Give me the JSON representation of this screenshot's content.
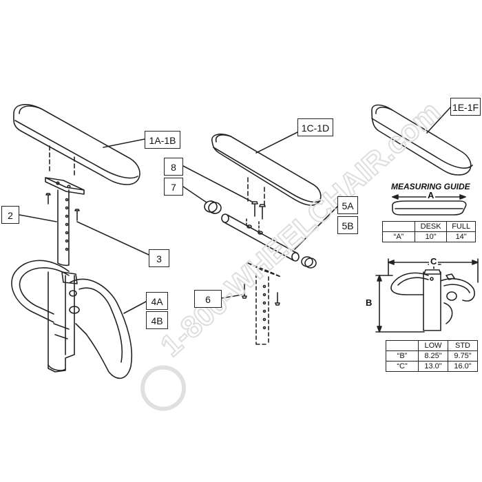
{
  "callouts": {
    "c1AB": "1A-1B",
    "c1CD": "1C-1D",
    "c1EF": "1E-1F",
    "c2": "2",
    "c3": "3",
    "c4A": "4A",
    "c4B": "4B",
    "c5A": "5A",
    "c5B": "5B",
    "c6": "6",
    "c7": "7",
    "c8": "8"
  },
  "measuring_guide": {
    "title": "MEASURING GUIDE",
    "dim_a": "A",
    "header": [
      "",
      "DESK",
      "FULL"
    ],
    "row": [
      "“A”",
      "10\"",
      "14\""
    ]
  },
  "frame_guide": {
    "dim_b": "B",
    "dim_c": "C",
    "header": [
      "",
      "LOW",
      "STD"
    ],
    "rows": [
      [
        "“B”",
        "8.25\"",
        "9.75\""
      ],
      [
        "“C”",
        "13.0\"",
        "16.0\""
      ]
    ]
  },
  "watermark": "1-800-WHEELCHAIR.com",
  "colors": {
    "line": "#222222",
    "watermark": "#dddddd"
  }
}
